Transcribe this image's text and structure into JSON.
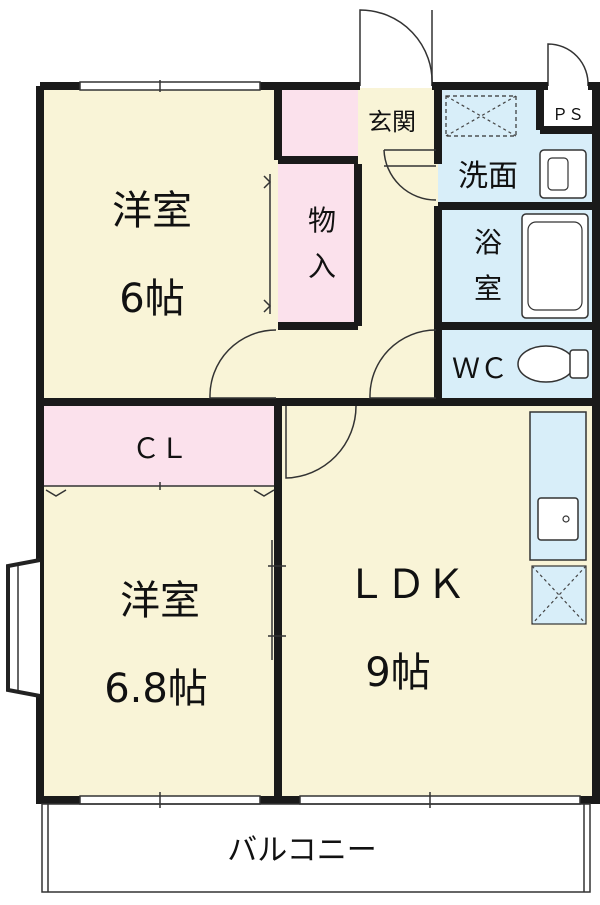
{
  "rooms": {
    "western_room_1": {
      "name": "洋室",
      "size": "6帖"
    },
    "storage": {
      "line1": "物",
      "line2": "入"
    },
    "entrance": {
      "name": "玄関"
    },
    "pipe_space": {
      "name": "ＰＳ"
    },
    "washroom": {
      "name": "洗面"
    },
    "bathroom": {
      "line1": "浴",
      "line2": "室"
    },
    "toilet": {
      "name": "ＷＣ"
    },
    "closet": {
      "name": "ＣＬ"
    },
    "western_room_2": {
      "name": "洋室",
      "size": "6.8帖"
    },
    "ldk": {
      "name": "ＬＤＫ",
      "size": "9帖"
    },
    "balcony": {
      "name": "バルコニー"
    }
  },
  "colors": {
    "tatami_floor": "#f9f4d7",
    "pink_storage": "#fbe1ec",
    "wet_area": "#d8eef9",
    "wall": "#1a1a1a"
  }
}
